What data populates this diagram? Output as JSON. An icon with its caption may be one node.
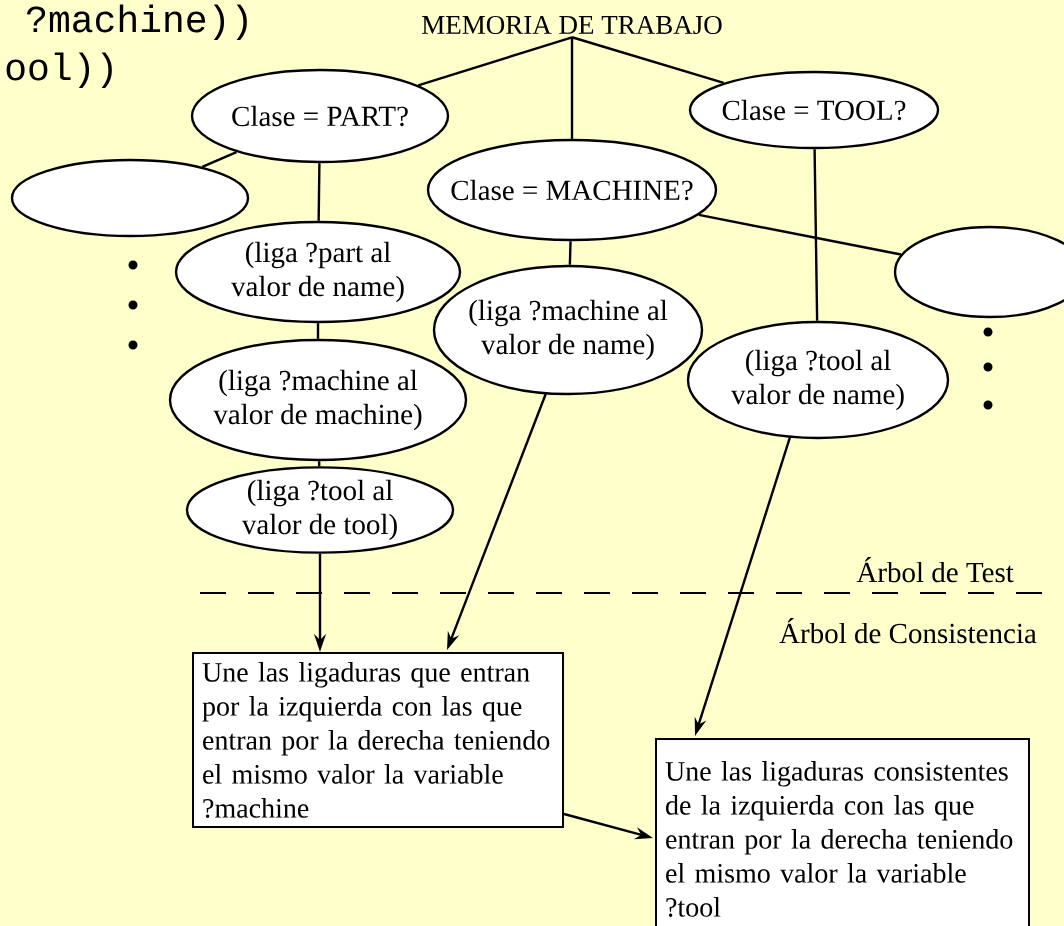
{
  "diagram": {
    "nodes": [
      {
        "text": [
          "MEMORIA DE TRABAJO"
        ]
      },
      {
        "text": [
          "Clase = PART?"
        ]
      },
      {
        "text": [
          "Clase = MACHINE?"
        ]
      },
      {
        "text": [
          "Clase = TOOL?"
        ]
      },
      {
        "text": [],
        "shape": "ellipse"
      },
      {
        "text": [
          "(liga ?part al valor de name)"
        ]
      },
      {
        "text": [
          "(liga ?machine al valor de name)"
        ]
      },
      {
        "text": [],
        "shape": "ellipse"
      },
      {
        "text": [
          "(liga ?machine al valor de machine)"
        ]
      },
      {
        "text": [
          "(liga ?tool al valor de name)"
        ]
      },
      {
        "text": [
          "(liga ?tool al valor de tool)"
        ]
      },
      {
        "text": [
          "Une las ligaduras que entran por la izquierda con las que entran por la derecha teniendo el mismo valor la variable ?machine"
        ]
      },
      {
        "text": [
          "Une las ligaduras consistentes de la izquierda con las que entran por la derecha teniendo el mismo valor la variable ?tool"
        ]
      }
    ],
    "edges": [
      {
        "from": 0,
        "to": 1,
        "arrow": "none"
      },
      {
        "from": 0,
        "to": 2,
        "arrow": "none"
      },
      {
        "from": 0,
        "to": 3,
        "arrow": "none"
      },
      {
        "from": 1,
        "to": 4,
        "arrow": "none"
      },
      {
        "from": 1,
        "to": 5,
        "arrow": "none"
      },
      {
        "from": 5,
        "to": 8,
        "arrow": "none"
      },
      {
        "from": 8,
        "to": 10,
        "arrow": "none"
      },
      {
        "from": 10,
        "to": 11,
        "arrow": "to"
      },
      {
        "from": 2,
        "to": 6,
        "arrow": "none"
      },
      {
        "from": 2,
        "to": 7,
        "arrow": "none"
      },
      {
        "from": 6,
        "to": 11,
        "arrow": "to"
      },
      {
        "from": 3,
        "to": 9,
        "arrow": "none"
      },
      {
        "from": 9,
        "to": 12,
        "arrow": "to"
      },
      {
        "from": 11,
        "to": 12,
        "arrow": "to"
      }
    ],
    "labels": [
      "?machine))",
      "ool))",
      "Árbol de Test",
      "Árbol de Consistencia"
    ]
  }
}
